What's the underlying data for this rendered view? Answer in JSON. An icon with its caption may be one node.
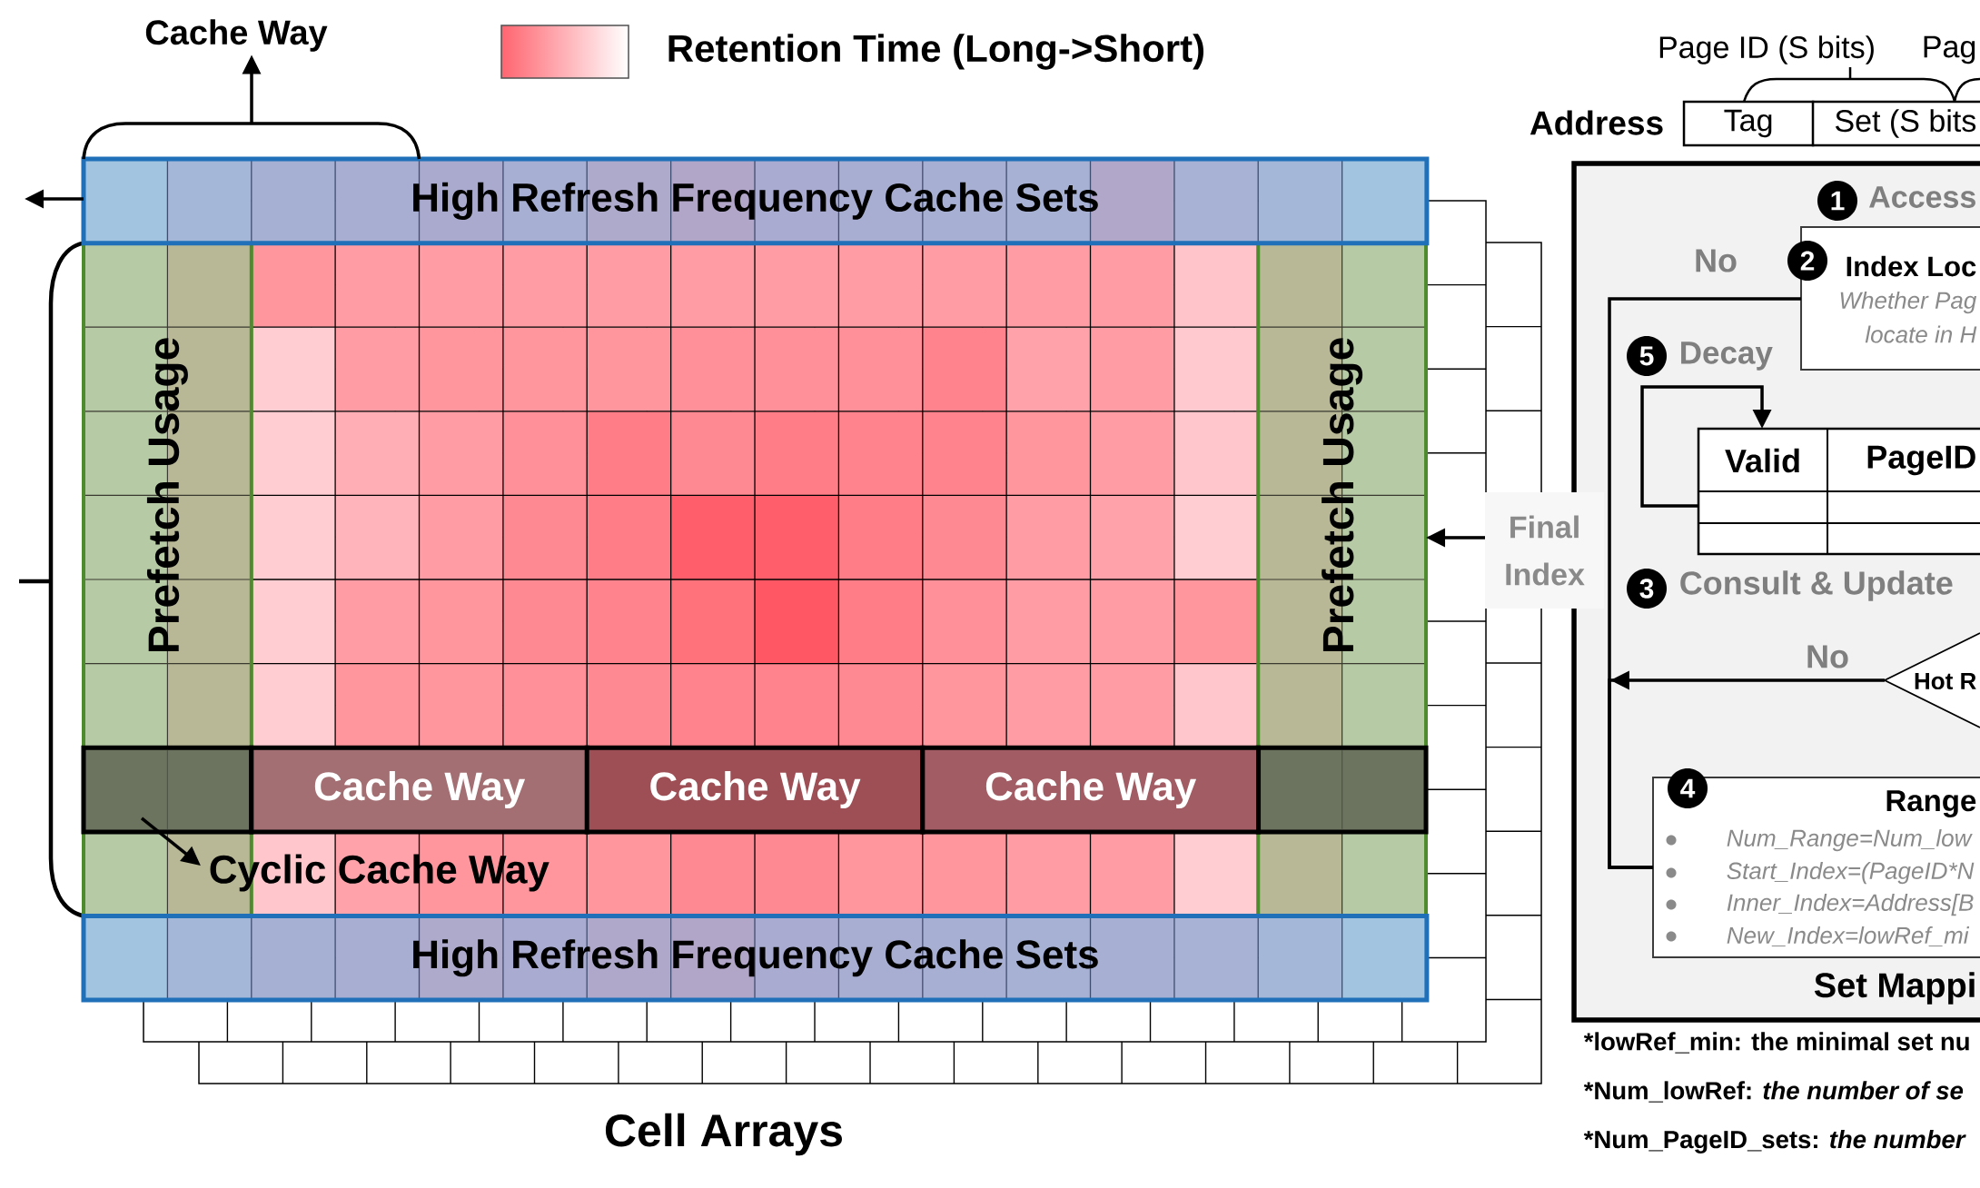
{
  "diagram": {
    "nodes": [
      {
        "text": [
          "Cache Way"
        ]
      },
      {
        "text": [
          "High Refresh Frequency Cache Sets"
        ]
      },
      {
        "text": [
          "Prefetch Usage"
        ]
      },
      {
        "text": [
          "Prefetch Usage"
        ]
      },
      {
        "text": [],
        "shape": "box",
        "in": 2
      },
      {
        "text": [
          "Cache Way"
        ]
      },
      {
        "text": [
          "Cache Way"
        ]
      },
      {
        "text": [
          "Cache Way"
        ]
      },
      {
        "text": [],
        "shape": "box",
        "in": 3
      },
      {
        "text": [
          "Cyclic Cache Way"
        ]
      },
      {
        "text": [
          "High Refresh Frequency Cache Sets"
        ]
      },
      {
        "text": [
          "Final Index"
        ]
      },
      {
        "text": [
          "Tag"
        ],
        "beside": [
          "Address"
        ]
      },
      {
        "text": [
          "Set (S bits"
        ]
      },
      {
        "text": [
          "Set Mappi"
        ]
      },
      {
        "text": [
          "1"
        ],
        "beside": [
          "Access"
        ],
        "in": 14
      },
      {
        "text": [
          "Index Loc",
          "Whether Pag",
          "locate in H"
        ],
        "in": 14
      },
      {
        "text": [
          "2"
        ],
        "in": 14
      },
      {
        "text": [
          "5"
        ],
        "beside": [
          "Decay"
        ],
        "in": 14
      },
      {
        "text": [
          "Valid",
          "PageID"
        ],
        "in": 14
      },
      {
        "text": [
          "3"
        ],
        "beside": [
          "Consult & Update"
        ],
        "in": 14
      },
      {
        "text": [
          "Hot R"
        ],
        "in": 14
      },
      {
        "text": [
          "Range",
          "Num_Range=Num_low",
          "Start_Index=(PageID*N",
          "Inner_Index=Address[B",
          "New_Index=lowRef_mi"
        ],
        "in": 14
      },
      {
        "text": [
          "4"
        ],
        "in": 14
      }
    ],
    "edges": [
      {
        "from": 1,
        "to": 0,
        "arrow": "to"
      },
      {
        "from": 1,
        "to": null,
        "arrow": "to"
      },
      {
        "from": 4,
        "to": 9,
        "arrow": "to"
      },
      {
        "from": 11,
        "to": 3,
        "arrow": "to"
      },
      {
        "from": 16,
        "to": 22,
        "arrow": "none",
        "label": "No"
      },
      {
        "from": 21,
        "to": 22,
        "arrow": "to",
        "label": "No"
      },
      {
        "from": 19,
        "to": 19,
        "arrow": "to"
      }
    ],
    "labels": [
      "Page ID (S bits)",
      "Pag",
      "Cell Arrays",
      "*lowRef_min: the minimal set nu",
      "*Num_lowRef: *the number of se*",
      "*Num_PageID_sets: *the number*"
    ],
    "legend": [
      {
        "text": "Retention Time (Long->Short)",
        "color": "#ff6570"
      }
    ]
  }
}
